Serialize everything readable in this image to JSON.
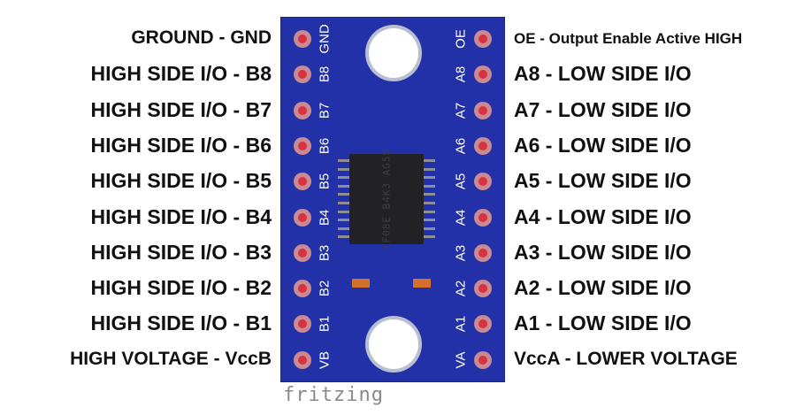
{
  "left_labels": [
    "GROUND - GND",
    "HIGH SIDE I/O - B8",
    "HIGH SIDE I/O - B7",
    "HIGH SIDE I/O - B6",
    "HIGH SIDE I/O - B5",
    "HIGH SIDE I/O - B4",
    "HIGH SIDE I/O - B3",
    "HIGH SIDE I/O - B2",
    "HIGH SIDE I/O - B1",
    "HIGH VOLTAGE - VccB"
  ],
  "right_labels": [
    "OE - Output Enable Active HIGH",
    "A8 - LOW SIDE I/O",
    "A7 - LOW SIDE I/O",
    "A6 - LOW SIDE I/O",
    "A5 - LOW SIDE I/O",
    "A4 - LOW SIDE I/O",
    "A3 - LOW SIDE I/O",
    "A2 - LOW SIDE I/O",
    "A1 - LOW SIDE I/O",
    "VccA - LOWER VOLTAGE"
  ],
  "board": {
    "left_pins": [
      "GND",
      "B8",
      "B7",
      "B6",
      "B5",
      "B4",
      "B3",
      "B2",
      "B1",
      "VB"
    ],
    "right_pins": [
      "OE",
      "A8",
      "A7",
      "A6",
      "A5",
      "A4",
      "A3",
      "A2",
      "A1",
      "VA"
    ],
    "chip_marking": "YF08E B4K3 AG5S",
    "colors": {
      "board": "#2331a8",
      "pin_center": "#d8313f",
      "chip": "#222226",
      "smd": "#d5702a"
    }
  },
  "credit": "fritzing"
}
